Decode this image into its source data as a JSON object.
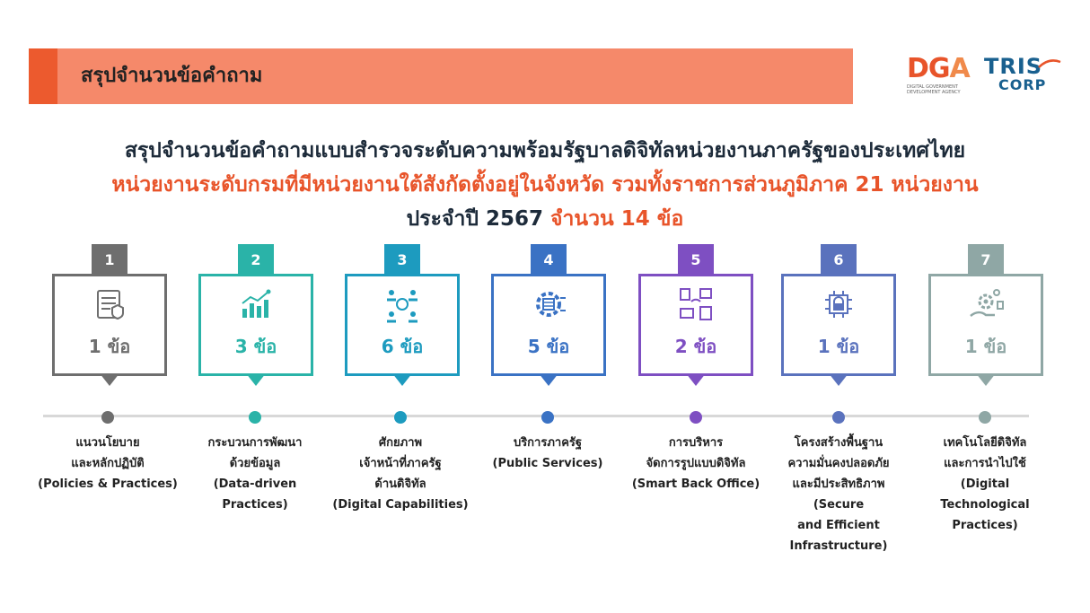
{
  "header": {
    "banner_title": "สรุปจำนวนข้อคำถาม",
    "banner_color": "#f5896a",
    "banner_accent_color": "#ec5a2e"
  },
  "logos": {
    "dga": {
      "text": "DGA",
      "part1": "DG",
      "part2": "A",
      "subtitle": "DIGITAL GOVERNMENT\nDEVELOPMENT AGENCY"
    },
    "tris": {
      "top": "TRIS",
      "bottom": "CORP"
    }
  },
  "title": {
    "line1": "สรุปจำนวนข้อคำถามแบบสำรวจระดับความพร้อมรัฐบาลดิจิทัลหน่วยงานภาครัฐของประเทศไทย",
    "line2": "หน่วยงานระดับกรมที่มีหน่วยงานใต้สังกัดตั้งอยู่ในจังหวัด รวมทั้งราชการส่วนภูมิภาค 21 หน่วยงาน",
    "line3_prefix": "ประจำปี 2567",
    "line3_highlight": "จำนวน 14 ข้อ",
    "highlight_color": "#e8542a"
  },
  "steps": [
    {
      "number": "1",
      "count": "1 ข้อ",
      "color": "#6e6e6e",
      "icon": "policy-document-icon",
      "label": "แนวนโยบาย\nและหลักปฏิบัติ\n(Policies & Practices)"
    },
    {
      "number": "2",
      "count": "3 ข้อ",
      "color": "#2ab3a8",
      "icon": "data-chart-icon",
      "label": "กระบวนการพัฒนา\nด้วยข้อมูล\n(Data-driven\nPractices)"
    },
    {
      "number": "3",
      "count": "6 ข้อ",
      "color": "#1d9bbf",
      "icon": "people-network-icon",
      "label": "ศักยภาพ\nเจ้าหน้าที่ภาครัฐ\nด้านดิจิทัล\n(Digital Capabilities)"
    },
    {
      "number": "4",
      "count": "5 ข้อ",
      "color": "#3a72c4",
      "icon": "gear-service-icon",
      "label": "บริการภาครัฐ\n(Public Services)"
    },
    {
      "number": "5",
      "count": "2 ข้อ",
      "color": "#7e4fc2",
      "icon": "office-devices-icon",
      "label": "การบริหาร\nจัดการรูปแบบดิจิทัล\n(Smart Back Office)"
    },
    {
      "number": "6",
      "count": "1 ข้อ",
      "color": "#5a72bd",
      "icon": "secure-chip-icon",
      "label": "โครงสร้างพื้นฐาน\nความมั่นคงปลอดภัย\nและมีประสิทธิภาพ\n(Secure\nand Efficient\nInfrastructure)"
    },
    {
      "number": "7",
      "count": "1 ข้อ",
      "color": "#8fa7a5",
      "icon": "tech-hand-gear-icon",
      "label": "เทคโนโลยีดิจิทัล\nและการนำไปใช้\n(Digital\nTechnological\nPractices)"
    }
  ]
}
